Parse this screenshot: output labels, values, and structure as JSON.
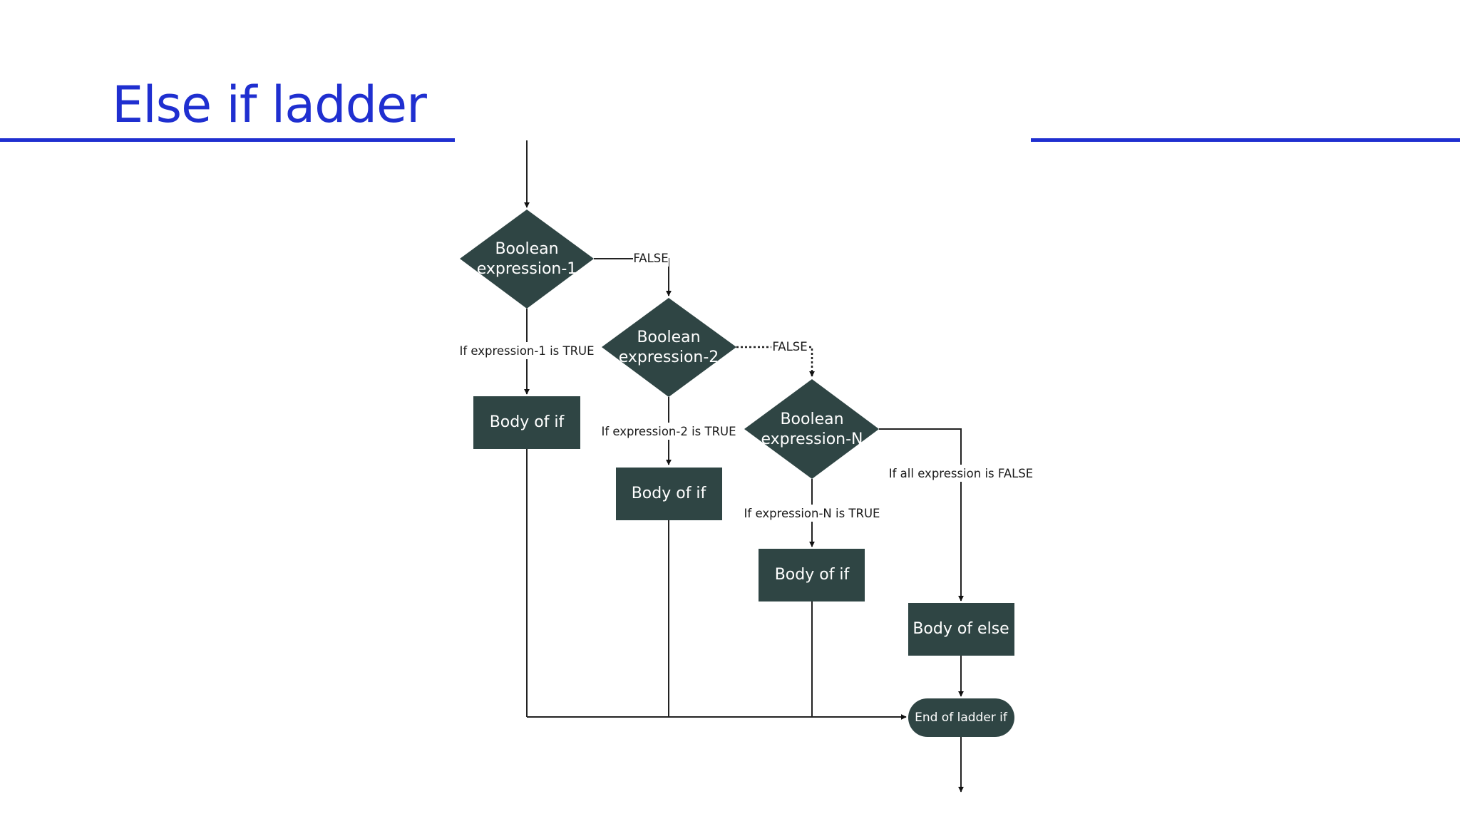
{
  "slide": {
    "title": "Else if ladder",
    "accent_color": "#1f2fd0"
  },
  "diagram": {
    "node_color": "#2f4544",
    "nodes": {
      "decision1": {
        "line1": "Boolean",
        "line2": "expression-1"
      },
      "decision2": {
        "line1": "Boolean",
        "line2": "expression-2"
      },
      "decisionN": {
        "line1": "Boolean",
        "line2": "expression-N"
      },
      "body1": "Body of if",
      "body2": "Body of if",
      "bodyN": "Body of if",
      "body_else": "Body of else",
      "end": "End of ladder if"
    },
    "edge_labels": {
      "false1": "FALSE",
      "false2": "FALSE",
      "true1": "If expression-1  is TRUE",
      "true2": "If expression-2  is TRUE",
      "trueN": "If expression-N  is TRUE",
      "all_false": "If all expression is FALSE"
    }
  }
}
